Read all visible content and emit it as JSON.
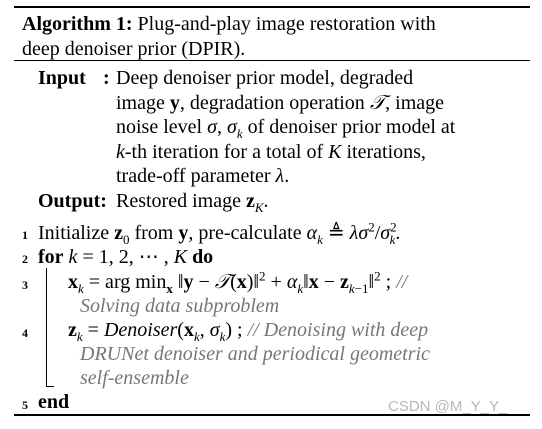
{
  "algorithm": {
    "label": "Algorithm 1:",
    "title_line1": "Plug-and-play image restoration with",
    "title_line2": "deep denoiser prior (DPIR)."
  },
  "input": {
    "label": "Input",
    "colon": ":",
    "lines": [
      "Deep denoiser prior model, degraded",
      "image y, degradation operation 𝒯, image",
      "noise level σ, σk of denoiser prior model at",
      "k-th iteration for a total of K iterations,",
      "trade-off parameter λ."
    ]
  },
  "output": {
    "label": "Output:",
    "text": "Restored image zK."
  },
  "steps": [
    {
      "num": "1",
      "text": "Initialize z0 from y, pre-calculate αk ≜ λσ²/σk²."
    },
    {
      "num": "2",
      "text": "for k = 1, 2, ⋯ , K do"
    },
    {
      "num": "3",
      "text": "xk = arg minx ‖y − 𝒯(x)‖² + αk‖x − zk−1‖² ;",
      "comment": "// Solving data subproblem"
    },
    {
      "num": "4",
      "text": "zk = Denoiser(xk, σk) ;",
      "comment": "// Denoising with deep DRUNet denoiser and periodical geometric self-ensemble"
    },
    {
      "num": "5",
      "text": "end"
    }
  ],
  "watermark": "CSDN @M_Y_Y_"
}
